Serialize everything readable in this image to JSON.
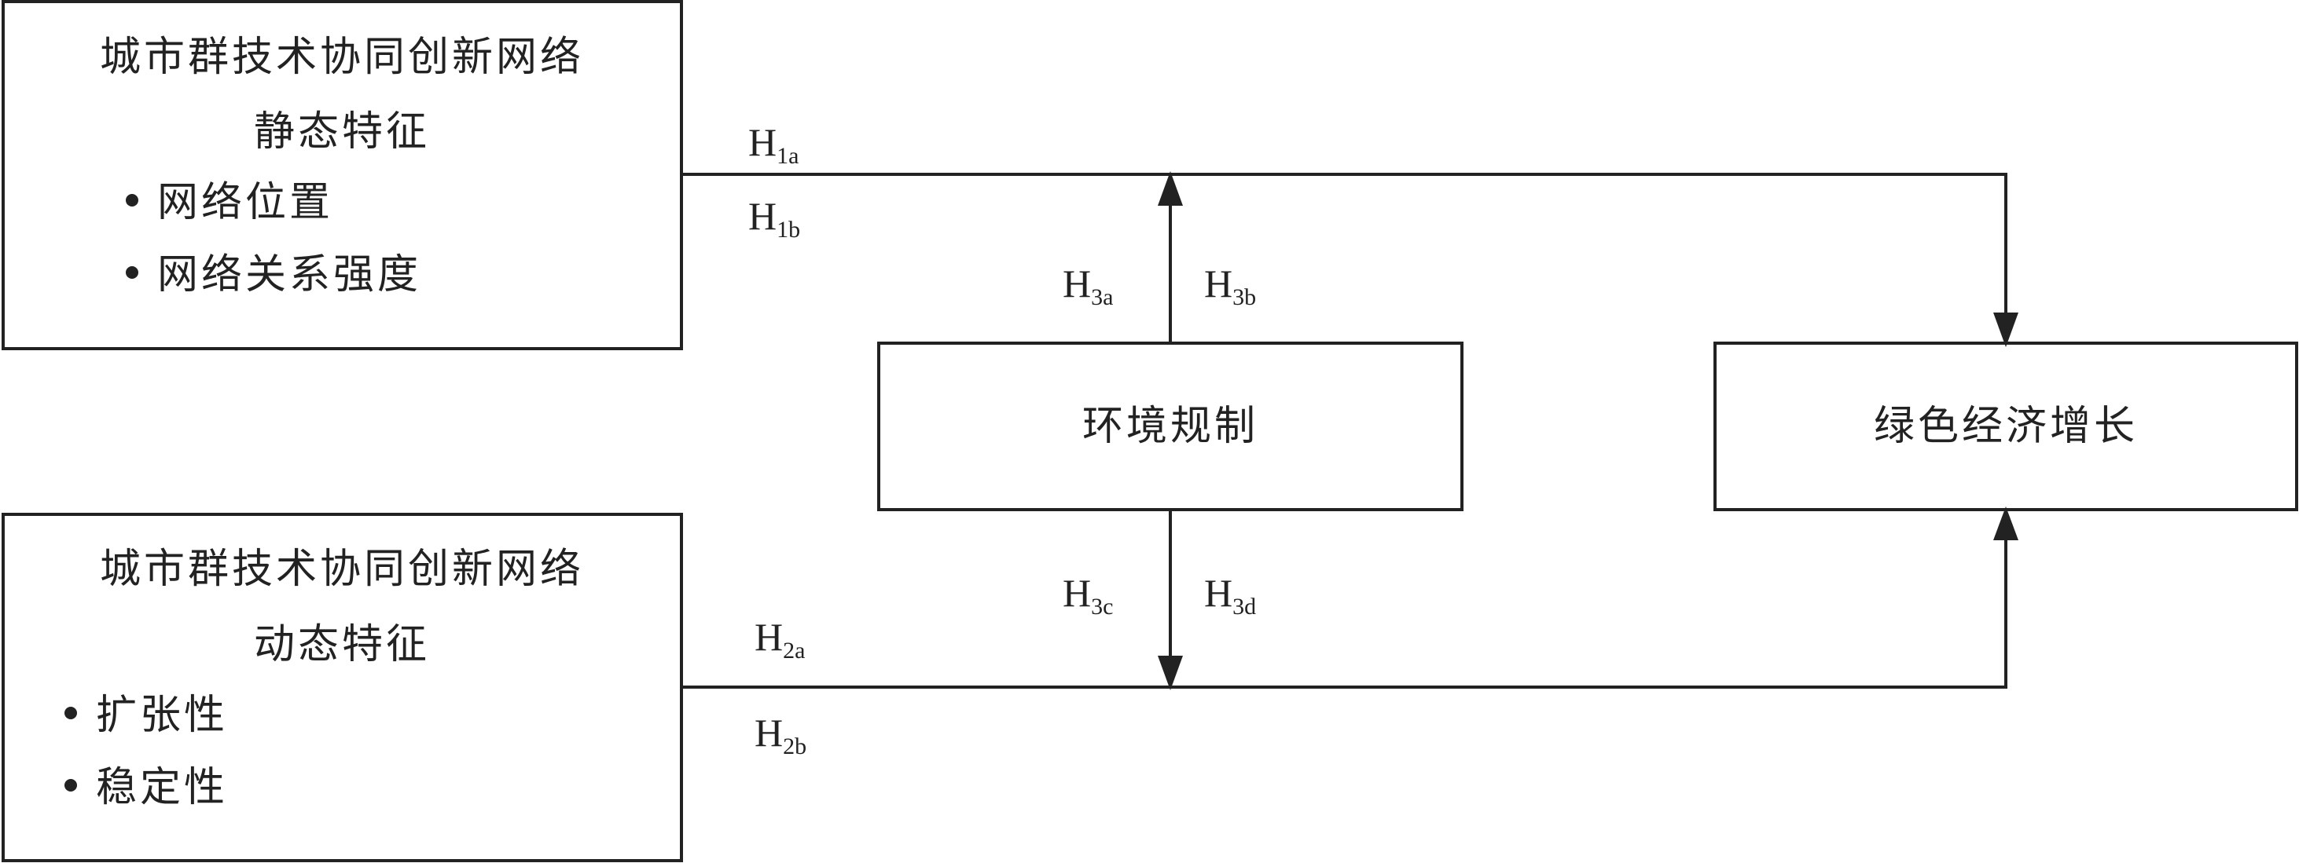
{
  "static_box": {
    "title_line1": "城市群技术协同创新网络",
    "title_line2": "静态特征",
    "items": [
      "网络位置",
      "网络关系强度"
    ]
  },
  "dynamic_box": {
    "title_line1": "城市群技术协同创新网络",
    "title_line2": "动态特征",
    "items": [
      "扩张性",
      "稳定性"
    ]
  },
  "env_box": {
    "label": "环境规制"
  },
  "green_box": {
    "label": "绿色经济增长"
  },
  "hypotheses": {
    "h1a": {
      "main": "H",
      "sub": "1a"
    },
    "h1b": {
      "main": "H",
      "sub": "1b"
    },
    "h2a": {
      "main": "H",
      "sub": "2a"
    },
    "h2b": {
      "main": "H",
      "sub": "2b"
    },
    "h3a": {
      "main": "H",
      "sub": "3a"
    },
    "h3b": {
      "main": "H",
      "sub": "3b"
    },
    "h3c": {
      "main": "H",
      "sub": "3c"
    },
    "h3d": {
      "main": "H",
      "sub": "3d"
    }
  }
}
